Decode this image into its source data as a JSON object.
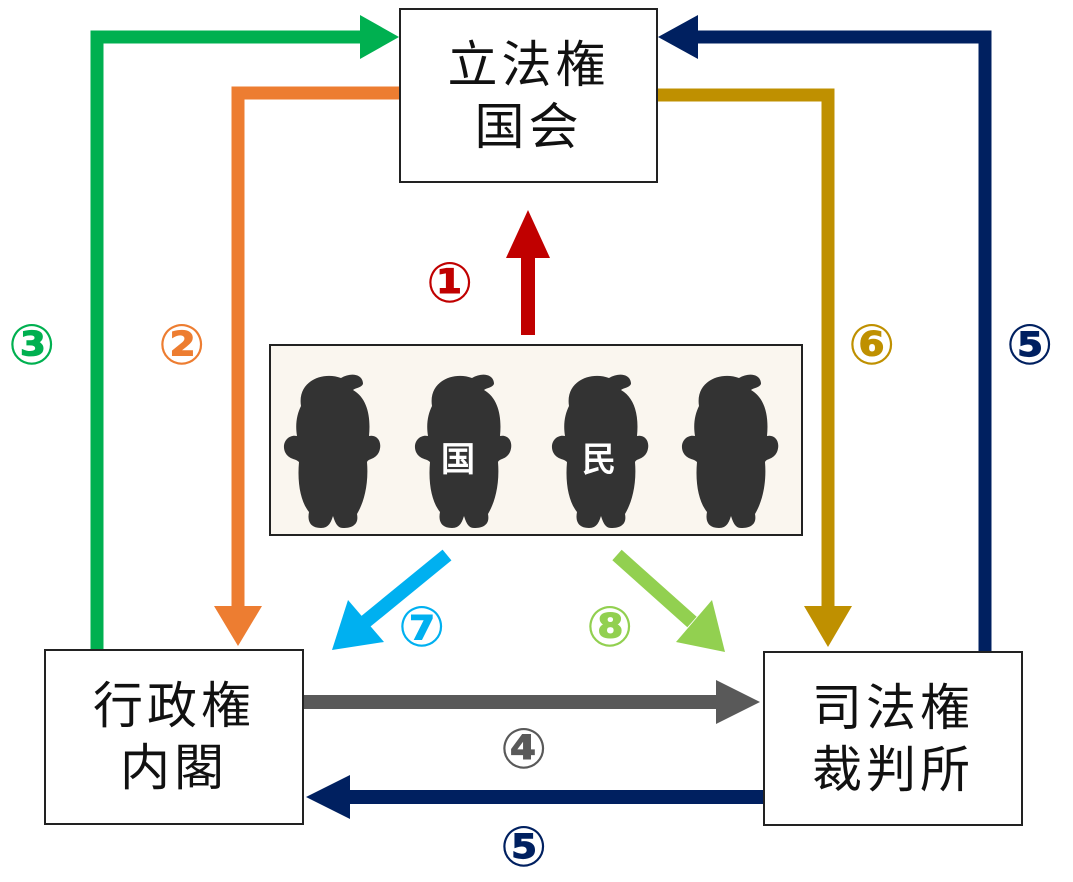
{
  "nodes": {
    "legislature": {
      "line1": "立法権",
      "line2": "国会"
    },
    "executive": {
      "line1": "行政権",
      "line2": "内閣"
    },
    "judiciary": {
      "line1": "司法権",
      "line2": "裁判所"
    },
    "people": {
      "char1": "国",
      "char2": "民"
    }
  },
  "arrows": [
    {
      "id": "1",
      "label": "①",
      "from": "people",
      "to": "legislature",
      "color": "#c00000"
    },
    {
      "id": "2",
      "label": "②",
      "from": "legislature",
      "to": "executive",
      "color": "#ed7d31"
    },
    {
      "id": "3",
      "label": "③",
      "from": "executive",
      "to": "legislature",
      "color": "#00b050"
    },
    {
      "id": "4",
      "label": "④",
      "from": "executive",
      "to": "judiciary",
      "color": "#595959"
    },
    {
      "id": "5a",
      "label": "⑤",
      "from": "judiciary",
      "to": "executive",
      "color": "#002060"
    },
    {
      "id": "5b",
      "label": "⑤",
      "from": "judiciary",
      "to": "legislature",
      "color": "#002060"
    },
    {
      "id": "6",
      "label": "⑥",
      "from": "legislature",
      "to": "judiciary",
      "color": "#bf9000"
    },
    {
      "id": "7",
      "label": "⑦",
      "from": "people",
      "to": "executive",
      "color": "#00b0f0"
    },
    {
      "id": "8",
      "label": "⑧",
      "from": "people",
      "to": "judiciary",
      "color": "#92d050"
    }
  ]
}
